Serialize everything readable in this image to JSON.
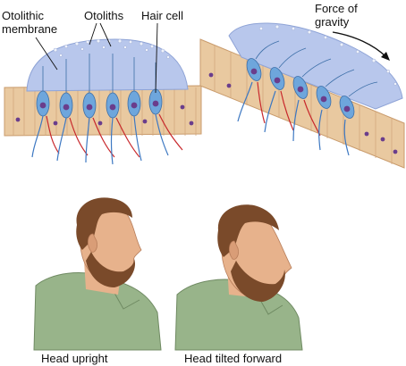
{
  "labels": {
    "otolithic_membrane": [
      "Otolithic",
      "membrane"
    ],
    "otoliths": "Otoliths",
    "hair_cell": "Hair cell",
    "force_of_gravity": [
      "Force of",
      "gravity"
    ],
    "head_upright": "Head upright",
    "head_tilted_forward": "Head tilted forward"
  },
  "colors": {
    "membrane": "#b8c7ec",
    "tissue": "#e9c9a0",
    "hair_cell": "#6ea6dc",
    "nucleus": "#6a3d8c",
    "red_fiber": "#c8282c",
    "blue_fiber": "#3d78c2",
    "shirt": "#98b48a",
    "hair_beard": "#7a4a2a",
    "skin": "#e7b28c"
  }
}
